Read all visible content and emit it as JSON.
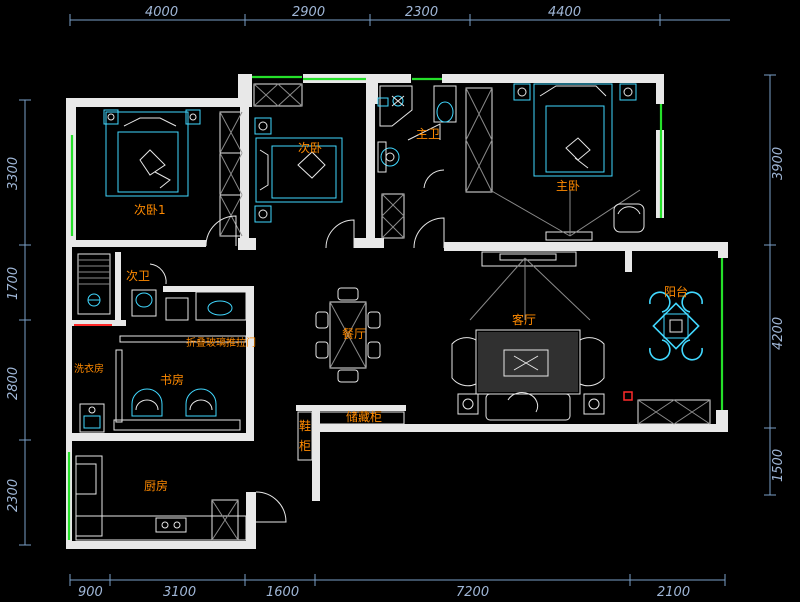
{
  "dimensions": {
    "top": [
      "4000",
      "2900",
      "2300",
      "4400"
    ],
    "bottom": [
      "900",
      "3100",
      "1600",
      "7200",
      "2100"
    ],
    "left": [
      "3300",
      "1700",
      "2800",
      "2300"
    ],
    "right": [
      "3900",
      "4200",
      "1500"
    ]
  },
  "rooms": {
    "second_bedroom_1": "次卧1",
    "second_bedroom": "次卧",
    "master_bath": "主卫",
    "master_bedroom": "主卧",
    "second_bath": "次卫",
    "dining": "餐厅",
    "living": "客厅",
    "balcony": "阳台",
    "folding_door": "折叠玻璃推拉门",
    "laundry": "洗衣房",
    "study": "书房",
    "storage": "储藏柜",
    "shoe_cabinet": "鞋柜",
    "kitchen": "厨房"
  },
  "colors": {
    "wall": "#e8e8e8",
    "furniture": "#41d8ff",
    "window": "#25e02a",
    "label": "#ff8a00",
    "dimension": "#9fb6d6"
  }
}
